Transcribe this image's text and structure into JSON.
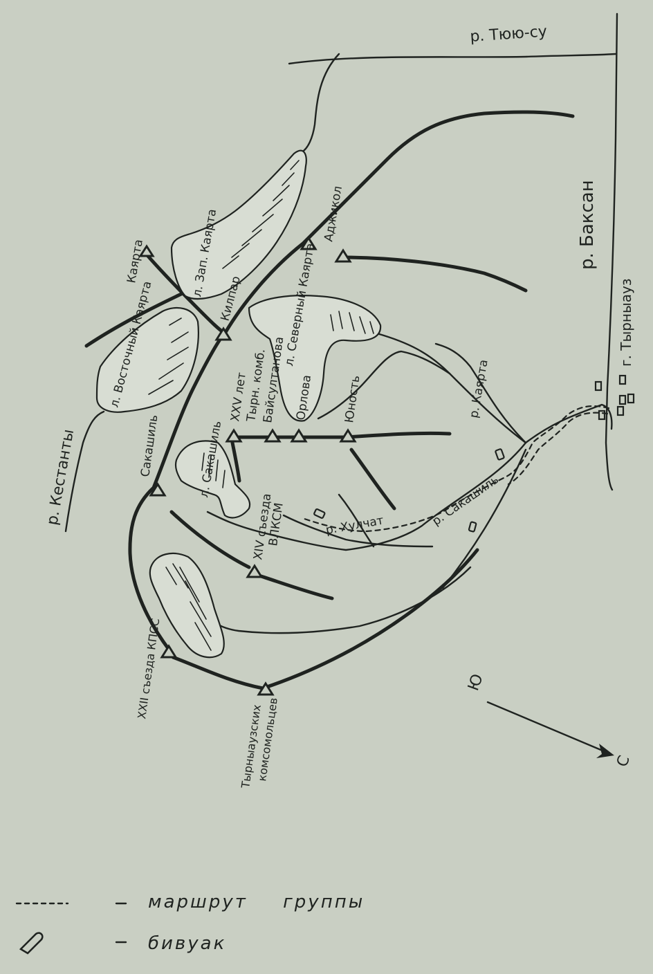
{
  "rivers": {
    "tyuyu_su": "р. Тюю-су",
    "baksan": "р. Баксан",
    "kestanty": "р. Кестанты",
    "kayarta": "р. Каярта",
    "sakashil": "р. Сакашиль",
    "kulchat": "р. Хулчат"
  },
  "town": "г. Тырныауз",
  "glaciers": {
    "zap_kayarta": "л. Зап. Каярта",
    "vostochny_kayarta": "л. Восточный Каярта",
    "severny_kayarta": "л. Северный Каярта",
    "sakashil": "л. Сакашиль"
  },
  "peaks": {
    "kayarta": "Каярта",
    "kilpar": "Килпар",
    "adzhikol": "Аджикол",
    "xxv_let_line1": "XXV лет",
    "xxv_let_line2": "Тырн. комб.",
    "baysultanova": "Байсултанова",
    "orlova": "Орлова",
    "yunost": "Юность",
    "sakashil": "Сакашиль",
    "xiv_sezda_line1": "XIV съезда",
    "xiv_sezda_line2": "ВЛКСМ",
    "xxii_sezda": "XXII съезда КПСС",
    "tyrnyauz_line1": "Тырныаузских",
    "tyrnyauz_line2": "комсомольцев"
  },
  "compass": {
    "north": "С",
    "south": "Ю"
  },
  "legend": {
    "route_label": "маршрут группы",
    "bivouac_label": "бивуак"
  }
}
